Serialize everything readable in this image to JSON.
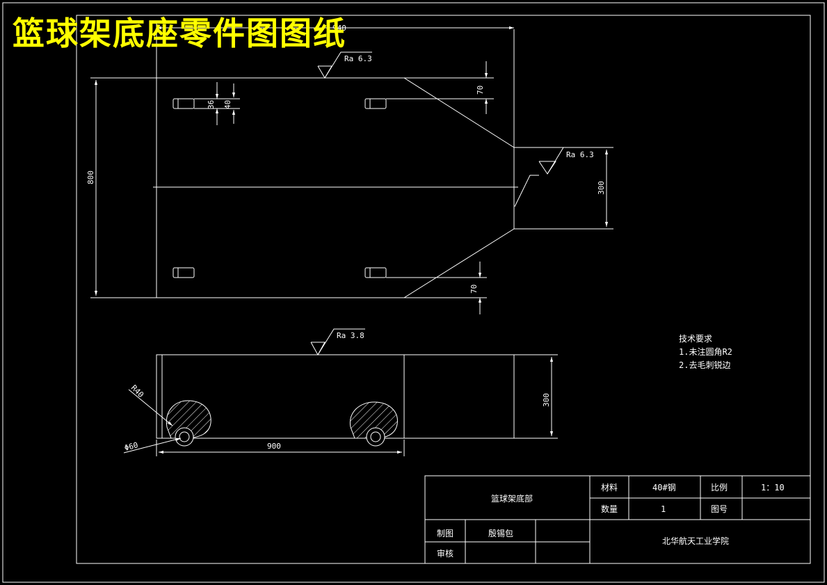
{
  "title": "篮球架底座零件图图纸",
  "colors": {
    "background": "#000000",
    "line": "#ffffff",
    "title": "#ffff00"
  },
  "top_view": {
    "dim_width": "940",
    "dim_height": "800",
    "dim_slot_inner": "36",
    "dim_slot_outer": "40",
    "dim_top_offset": "70",
    "dim_bottom_offset": "70",
    "dim_right_height": "300",
    "roughness_top": "Ra 6.3",
    "roughness_right": "Ra 6.3"
  },
  "front_view": {
    "roughness_top": "Ra  3.8",
    "dim_height": "300",
    "dim_length": "900",
    "dim_radius": "R40",
    "dim_diameter": "Φ60"
  },
  "tech_requirements": {
    "heading": "技术要求",
    "item1": "1.未注圆角R2",
    "item2": "2.去毛刺锐边"
  },
  "title_block": {
    "part_name": "篮球架底部",
    "material_label": "材料",
    "material_value": "40#钢",
    "scale_label": "比例",
    "scale_value": "1：10",
    "qty_label": "数量",
    "qty_value": "1",
    "drawing_no_label": "图号",
    "drawn_label": "制图",
    "drawn_value": "殷锡包",
    "review_label": "审核",
    "school": "北华航天工业学院"
  }
}
